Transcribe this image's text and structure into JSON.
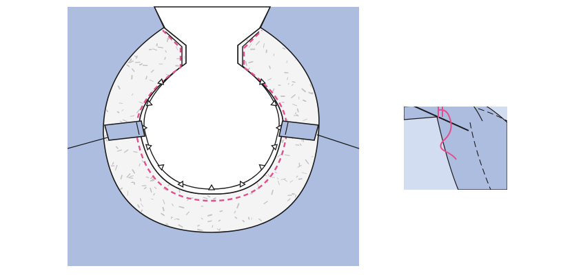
{
  "colors": {
    "fabric": "#acbde0",
    "fabric_light": "#d2ddf1",
    "interfacing": "#f4f4f4",
    "speckle": "#c4c4c4",
    "stitch": "#e0508c",
    "outline": "#1a1a1a",
    "background": "#ffffff"
  },
  "figures": [
    {
      "name": "neckline-facing-diagram",
      "shows": [
        "fabric",
        "interfacing",
        "stitch-line",
        "notches",
        "clipped-seam-allowance"
      ]
    },
    {
      "name": "hand-stitch-detail",
      "shows": [
        "fabric",
        "needle",
        "hand-stitch-thread",
        "fold-line"
      ]
    }
  ]
}
